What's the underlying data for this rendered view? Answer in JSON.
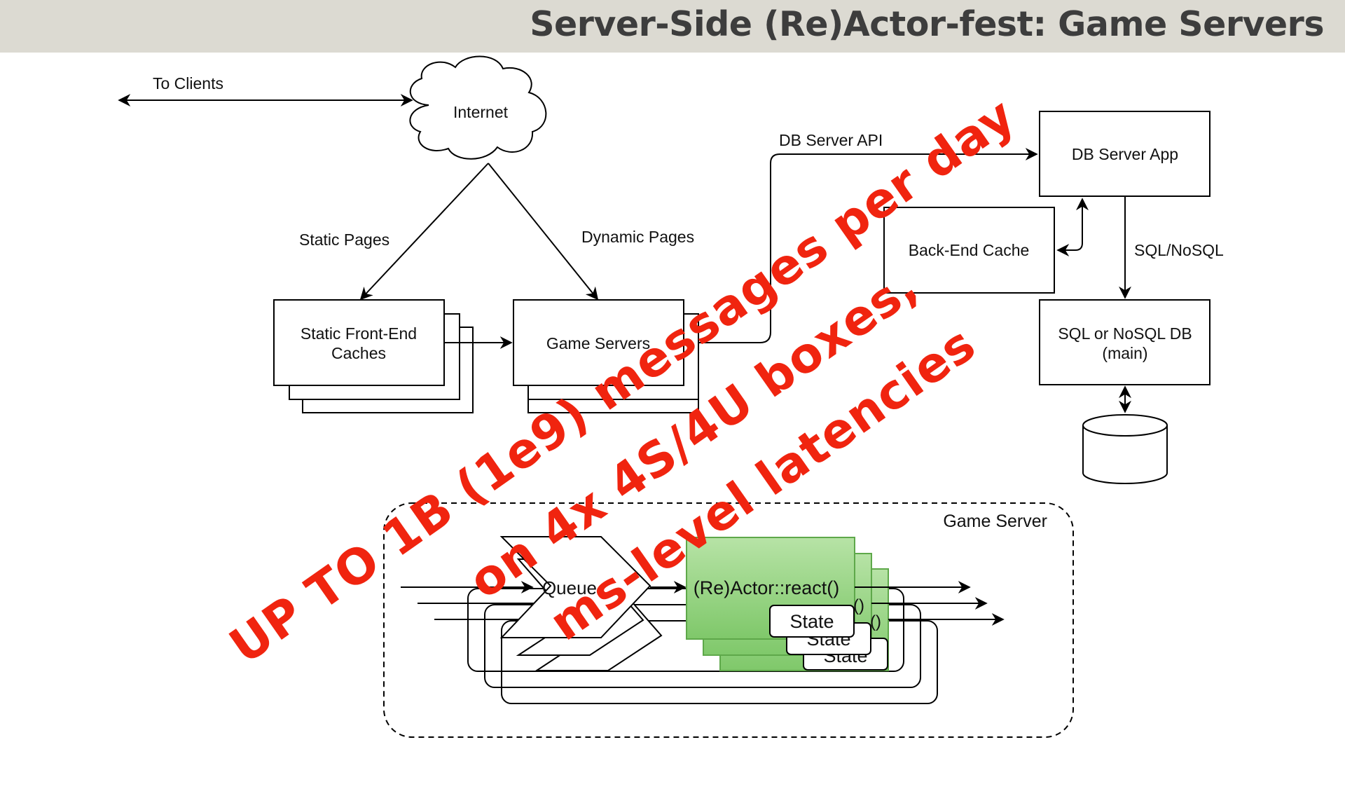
{
  "slide": {
    "title": "Server-Side (Re)Actor-fest: Game Servers"
  },
  "diagram": {
    "to_clients": "To Clients",
    "internet": "Internet",
    "static_pages": "Static Pages",
    "dynamic_pages": "Dynamic Pages",
    "static_caches_line1": "Static Front-End",
    "static_caches_line2": "Caches",
    "game_servers": "Game Servers",
    "db_server_api": "DB Server API",
    "db_server_app": "DB Server App",
    "backend_cache": "Back-End Cache",
    "sql_nosql": "SQL/NoSQL",
    "db_main_line1": "SQL or NoSQL DB",
    "db_main_line2": "(main)",
    "game_server_label": "Game Server",
    "queue": "Queue",
    "reactor_react": "(Re)Actor::react()",
    "react_paren": "()",
    "state": "State"
  },
  "overlay": {
    "line1": "UP TO 1B (1e9) messages per day",
    "line2": "on 4x 4S/4U boxes,",
    "line3": "ms-level latencies"
  },
  "colors": {
    "title_bar": "#dcdad2",
    "title_text": "#3d3d3d",
    "overlay_text": "#f0240f",
    "actor_fill": "#8fd07a",
    "actor_border": "#5ea84a"
  }
}
